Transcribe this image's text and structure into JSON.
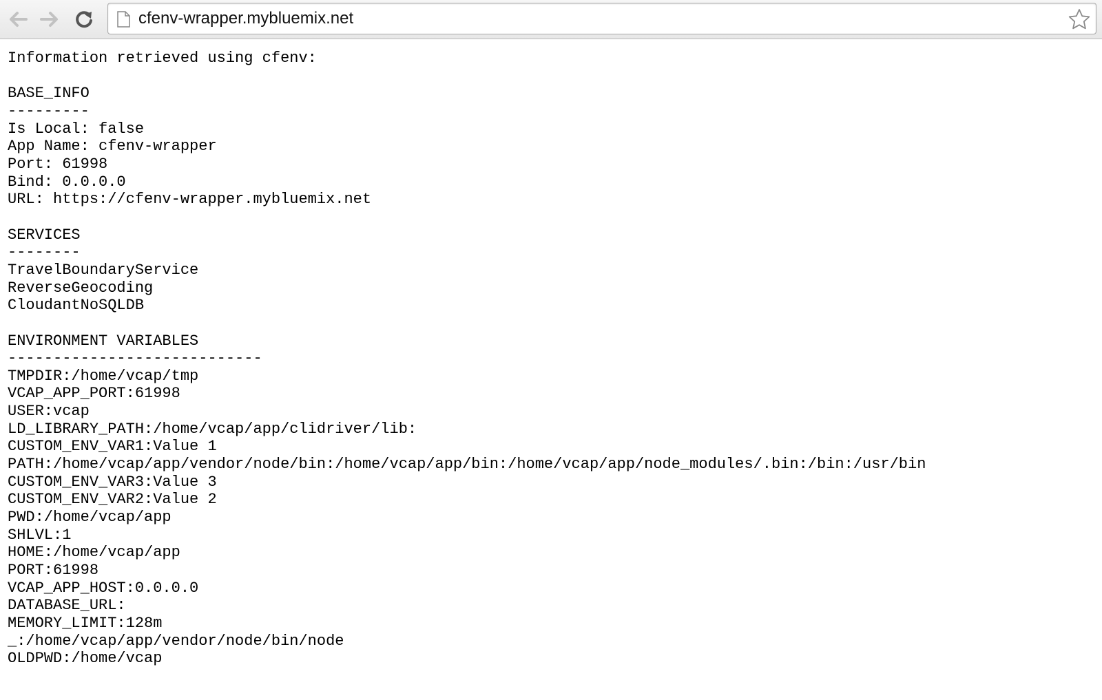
{
  "browser": {
    "url": "cfenv-wrapper.mybluemix.net",
    "icons": {
      "back": "arrow-left-icon",
      "forward": "arrow-right-icon",
      "reload": "reload-icon",
      "page": "page-icon",
      "bookmark": "star-icon"
    }
  },
  "page": {
    "intro": "Information retrieved using cfenv:",
    "base_info": {
      "heading": "BASE_INFO",
      "underline": "---------",
      "lines": [
        "Is Local: false",
        "App Name: cfenv-wrapper",
        "Port: 61998",
        "Bind: 0.0.0.0",
        "URL: https://cfenv-wrapper.mybluemix.net"
      ]
    },
    "services": {
      "heading": "SERVICES",
      "underline": "--------",
      "lines": [
        "TravelBoundaryService",
        "ReverseGeocoding",
        "CloudantNoSQLDB"
      ]
    },
    "env_vars": {
      "heading": "ENVIRONMENT VARIABLES",
      "underline": "----------------------------",
      "lines": [
        "TMPDIR:/home/vcap/tmp",
        "VCAP_APP_PORT:61998",
        "USER:vcap",
        "LD_LIBRARY_PATH:/home/vcap/app/clidriver/lib:",
        "CUSTOM_ENV_VAR1:Value 1",
        "PATH:/home/vcap/app/vendor/node/bin:/home/vcap/app/bin:/home/vcap/app/node_modules/.bin:/bin:/usr/bin",
        "CUSTOM_ENV_VAR3:Value 3",
        "CUSTOM_ENV_VAR2:Value 2",
        "PWD:/home/vcap/app",
        "SHLVL:1",
        "HOME:/home/vcap/app",
        "PORT:61998",
        "VCAP_APP_HOST:0.0.0.0",
        "DATABASE_URL:",
        "MEMORY_LIMIT:128m",
        "_:/home/vcap/app/vendor/node/bin/node",
        "OLDPWD:/home/vcap"
      ]
    }
  }
}
